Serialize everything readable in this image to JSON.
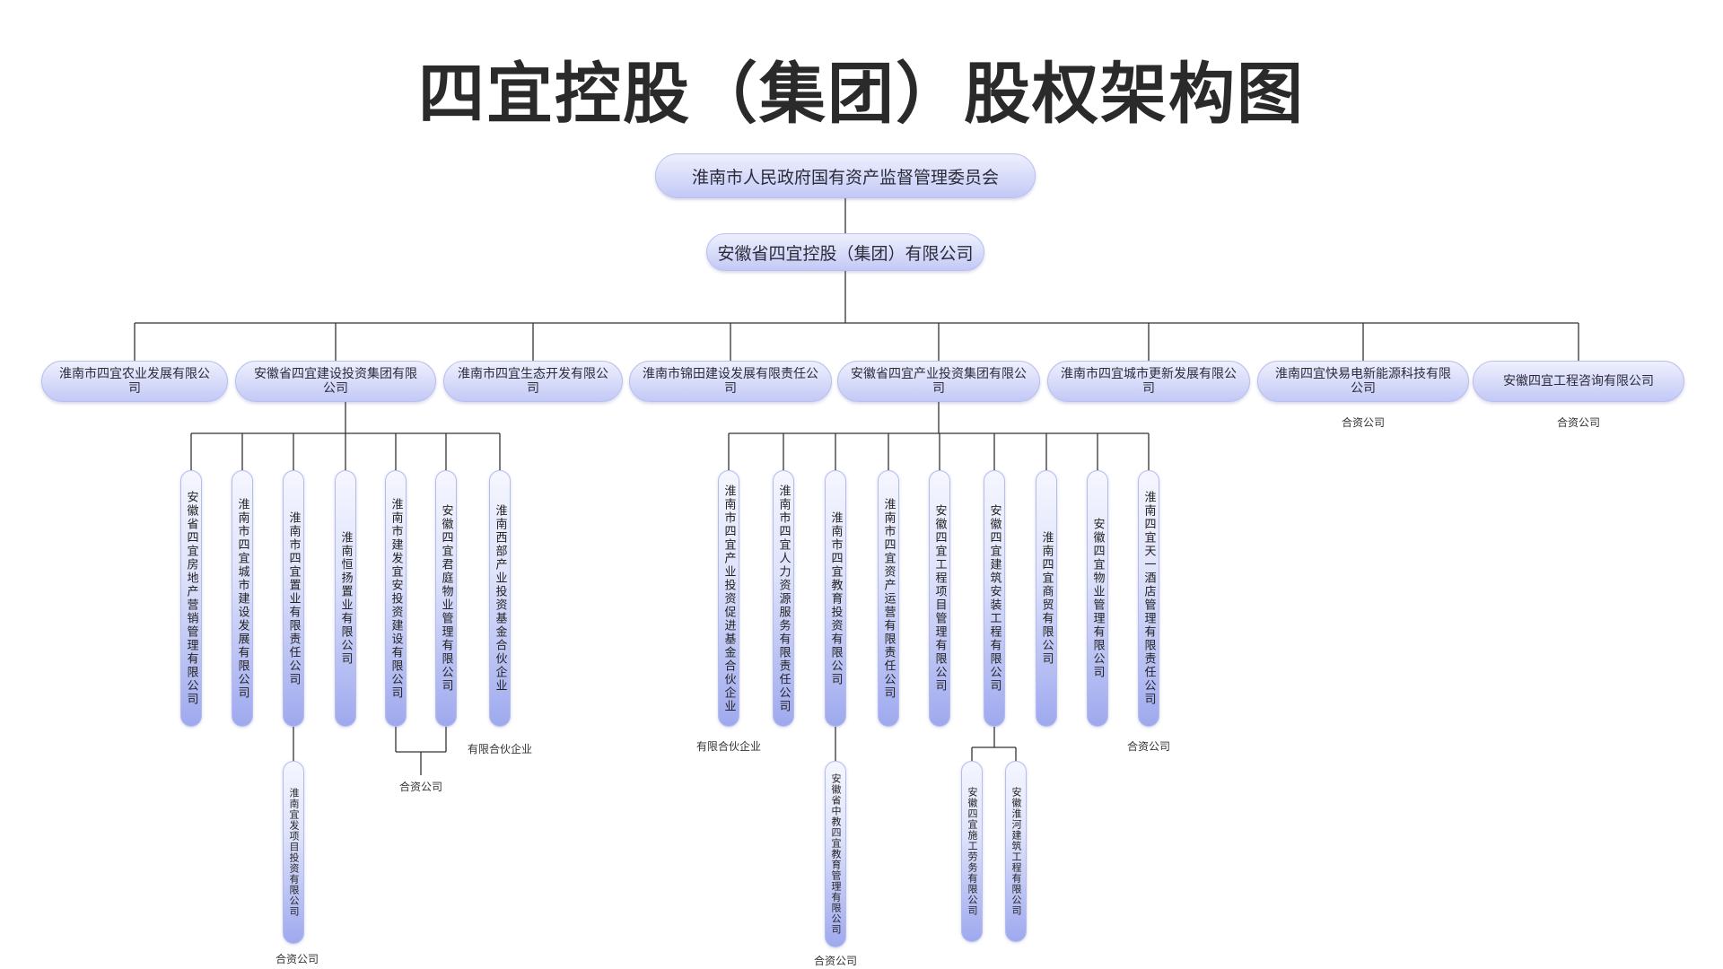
{
  "title": "四宜控股（集团）股权架构图",
  "root": "淮南市人民政府国有资产监督管理委员会",
  "group": "安徽省四宜控股（集团）有限公司",
  "subsidiaries": [
    "淮南市四宜农业发展有限公司",
    "安徽省四宜建设投资集团有限公司",
    "淮南市四宜生态开发有限公司",
    "淮南市锦田建设发展有限责任公司",
    "安徽省四宜产业投资集团有限公司",
    "淮南市四宜城市更新发展有限公司",
    "淮南四宜快易电新能源科技有限公司",
    "安徽四宜工程咨询有限公司"
  ],
  "subsidiary_notes": [
    "",
    "",
    "",
    "",
    "",
    "",
    "合资公司",
    "合资公司"
  ],
  "construction_children": [
    "安徽省四宜房地产营销管理有限公司",
    "淮南市四宜城市建设发展有限公司",
    "淮南市四宜置业有限责任公司",
    "淮南恒扬置业有限公司",
    "淮南市建发宜安投资建设有限公司",
    "安徽四宜君庭物业管理有限公司",
    "淮南西部产业投资基金合伙企业"
  ],
  "construction_grandchild": "淮南宜发项目投资有限公司",
  "industry_children": [
    "淮南市四宜产业投资促进基金合伙企业",
    "淮南市四宜人力资源服务有限责任公司",
    "淮南市四宜教育投资有限公司",
    "淮南市四宜资产运营有限责任公司",
    "安徽四宜工程项目管理有限公司",
    "安徽四宜建筑安装工程有限公司",
    "淮南四宜商贸有限公司",
    "安徽四宜物业管理有限公司",
    "淮南四宜天一酒店管理有限责任公司"
  ],
  "education_grandchild": "安徽省中教四宜教育管理有限公司",
  "install_grandchildren": [
    "安徽四宜施工劳务有限公司",
    "安徽淮河建筑工程有限公司"
  ],
  "notes": {
    "jv": "合资公司",
    "lp": "有限合伙企业"
  },
  "colors": {
    "line": "#333333",
    "pill_top": "#eef0fd",
    "pill_bottom": "#c3c9f6",
    "vpill_bottom": "#9ea9ee"
  }
}
